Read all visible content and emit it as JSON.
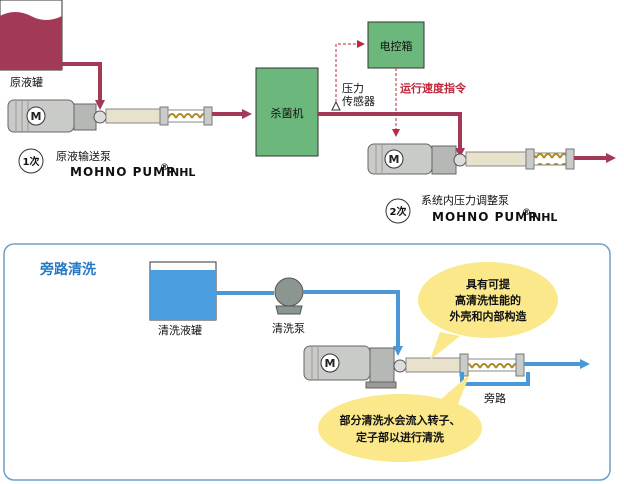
{
  "colors": {
    "process_pipe": "#a13957",
    "clean_pipe": "#4a98d7",
    "tank_liquid": "#a13957",
    "clean_tank_liquid": "#4a9ee0",
    "box_green": "#6cb87c",
    "pump_gray": "#c9cbc8",
    "pump_beige": "#e8e1cc",
    "panel_border": "#6f9fc9",
    "callout_yellow": "#fbe88a",
    "signal_red": "#c0273a"
  },
  "top": {
    "raw_tank_label": "原液罐",
    "sterilizer_label": "杀菌机",
    "control_box_label": "电控箱",
    "pressure_sensor_label_1": "压力",
    "pressure_sensor_label_2": "传感器",
    "speed_command_label": "运行速度指令",
    "pump1_stage": "1次",
    "pump1_name": "原液输送泵",
    "pump2_stage": "2次",
    "pump2_name": "系统内压力调整泵",
    "brand_text": "MOHNO PUMP",
    "brand_reg": "®",
    "brand_model": "NHL",
    "motor_symbol": "M"
  },
  "bottom": {
    "section_title": "旁路清洗",
    "clean_tank_label": "清洗液罐",
    "clean_pump_label": "清洗泵",
    "bypass_label": "旁路",
    "callout_top_1": "具有可提",
    "callout_top_2": "高清洗性能的",
    "callout_top_3": "外壳和内部构造",
    "callout_bottom_1": "部分清洗水会流入转子、",
    "callout_bottom_2": "定子部以进行清洗",
    "motor_symbol": "M"
  }
}
